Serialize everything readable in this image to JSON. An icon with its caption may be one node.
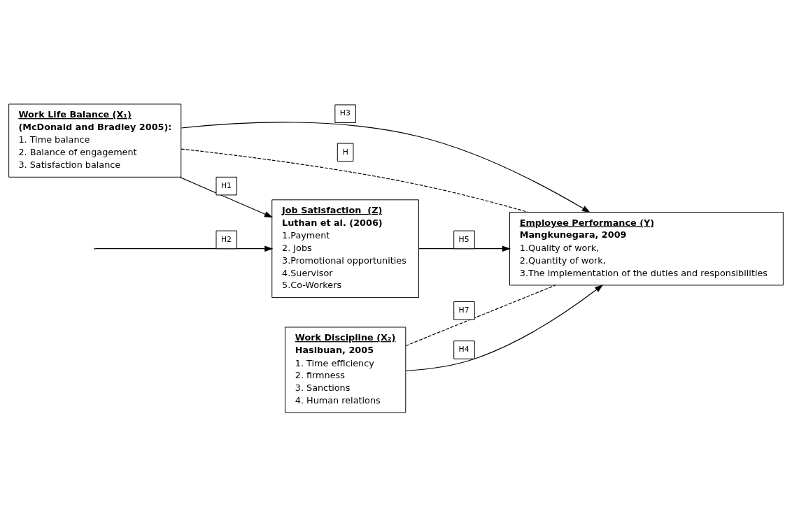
{
  "diagram": {
    "nodes": [
      {
        "text": [
          "Work Life Balance (X₁)",
          "(McDonald and Bradley 2005):",
          "1. Time balance",
          "2. Balance of engagement",
          "3. Satisfaction balance"
        ]
      },
      {
        "text": [
          "Job Satisfaction  (Z)",
          "Luthan et al. (2006)",
          "1.Payment",
          "2. Jobs",
          "3.Promotional opportunities",
          "4.Suervisor",
          "5.Co-Workers"
        ]
      },
      {
        "text": [
          "Employee Performance (Y)",
          "Mangkunegara, 2009",
          "1.Quality of work,",
          "2.Quantity of work,",
          "3.The implementation of the duties and responsibilities"
        ]
      },
      {
        "text": [
          "Work Discipline (X₂)",
          "Hasibuan, 2005",
          "1. Time efficiency",
          "2. firmness",
          "3. Sanctions",
          "4. Human relations"
        ]
      }
    ],
    "edges": [
      {
        "from": 0,
        "to": 2,
        "arrow": "none",
        "label": "H",
        "style": "dashed"
      },
      {
        "from": 0,
        "to": 2,
        "arrow": "to",
        "label": "H3"
      },
      {
        "from": 0,
        "to": 1,
        "arrow": "to",
        "label": "H1"
      },
      {
        "from": 1,
        "to": 2,
        "arrow": "to",
        "label": "H5"
      },
      {
        "from": null,
        "to": 1,
        "arrow": "to",
        "label": "H2"
      },
      {
        "from": 3,
        "to": 2,
        "arrow": "to",
        "label": "H4"
      },
      {
        "from": 3,
        "to": 2,
        "arrow": "none",
        "label": "H7",
        "style": "dashed"
      }
    ]
  }
}
